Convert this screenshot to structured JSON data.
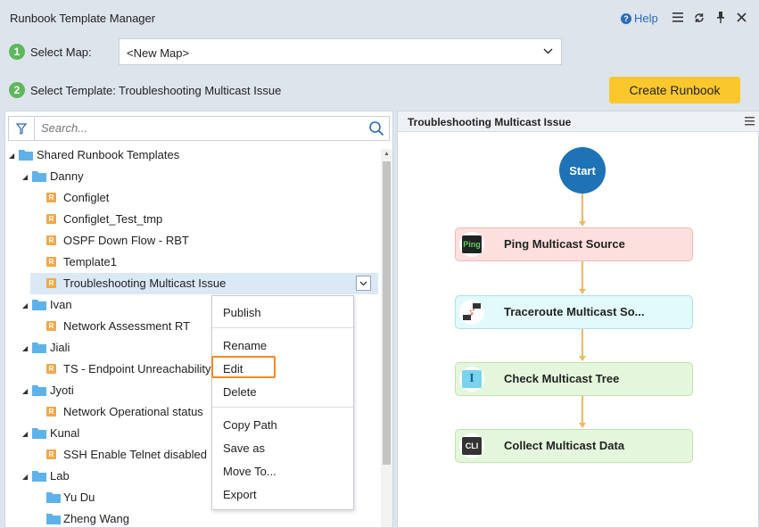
{
  "window": {
    "title": "Runbook Template Manager",
    "help_label": "Help"
  },
  "step1": {
    "num": "1",
    "label": "Select Map:",
    "value": "<New Map>"
  },
  "step2": {
    "num": "2",
    "label": "Select Template:",
    "value": "Troubleshooting Multicast Issue"
  },
  "create_button": "Create Runbook",
  "search": {
    "placeholder": "Search..."
  },
  "tree": {
    "root": "Shared Runbook Templates",
    "nodes": [
      "Danny",
      "Configlet",
      "Configlet_Test_tmp",
      "OSPF Down Flow - RBT",
      "Template1",
      "Troubleshooting Multicast Issue",
      "Ivan",
      "Network Assessment RT",
      "Jiali",
      "TS - Endpoint Unreachability-s",
      "Jyoti",
      "Network Operational status",
      "Kunal",
      "SSH Enable Telnet disabled",
      "Lab",
      "Yu Du",
      "Zheng Wang"
    ],
    "runbook_badge": "R"
  },
  "context_menu": {
    "items": [
      "Publish",
      "Rename",
      "Edit",
      "Delete",
      "Copy Path",
      "Save as",
      "Move To...",
      "Export"
    ]
  },
  "flow": {
    "title": "Troubleshooting Multicast Issue",
    "start": "Start",
    "nodes": [
      {
        "label": "Ping Multicast Source",
        "icon_text": "Ping",
        "fill": "#fde0dd",
        "border": "#f5b8b2"
      },
      {
        "label": "Traceroute Multicast So...",
        "icon_text": "",
        "fill": "#e2fafc",
        "border": "#a9e3ea"
      },
      {
        "label": "Check Multicast Tree",
        "icon_text": "I",
        "fill": "#e4f7dc",
        "border": "#bfe3ad"
      },
      {
        "label": "Collect Multicast Data",
        "icon_text": "CLI",
        "fill": "#e4f7dc",
        "border": "#bfe3ad"
      }
    ]
  },
  "colors": {
    "accent_button": "#fac82d",
    "start_node": "#1e72b6",
    "step_badge": "#5cb85c",
    "highlight": "#f08a24"
  }
}
